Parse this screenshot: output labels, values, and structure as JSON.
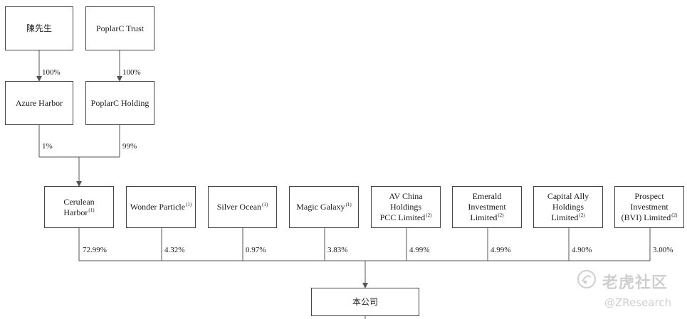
{
  "top_entities": [
    {
      "name": "陳先生",
      "pct_to_child": "100%"
    },
    {
      "name": "PoplarC Trust",
      "pct_to_child": "100%"
    }
  ],
  "mid_entities": [
    {
      "name": "Azure Harbor",
      "pct_to_child": "1%"
    },
    {
      "name": "PoplarC Holding",
      "pct_to_child": "99%"
    }
  ],
  "shareholders": [
    {
      "line1": "Cerulean Harbor",
      "line2": "",
      "note": "(1)",
      "pct": "72.99%"
    },
    {
      "line1": "Wonder Particle",
      "line2": "",
      "note": "(1)",
      "pct": "4.32%"
    },
    {
      "line1": "Silver Ocean",
      "line2": "",
      "note": "(1)",
      "pct": "0.97%"
    },
    {
      "line1": "Magic Galaxy",
      "line2": "",
      "note": "(1)",
      "pct": "3.83%"
    },
    {
      "line1": "AV China Holdings",
      "line2": "PCC Limited",
      "note": "(2)",
      "pct": "4.99%"
    },
    {
      "line1": "Emerald Investment",
      "line2": "Limited",
      "note": "(2)",
      "pct": "4.99%"
    },
    {
      "line1": "Capital Ally",
      "line2": "Holdings Limited",
      "note": "(2)",
      "pct": "4.90%"
    },
    {
      "line1": "Prospect Investment",
      "line2": "(BVI) Limited",
      "note": "(2)",
      "pct": "3.00%"
    }
  ],
  "company": {
    "name": "本公司"
  },
  "watermark": {
    "brand": "老虎社区",
    "handle": "@ZResearch"
  }
}
